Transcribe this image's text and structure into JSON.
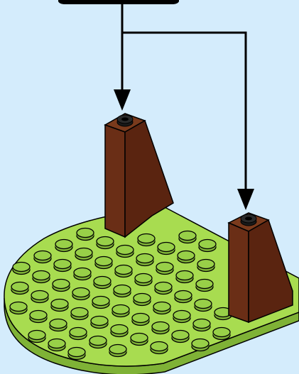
{
  "instruction": {
    "background_color": "#d4ecfc",
    "plate_color": "#a8dc50",
    "plate_dark_color": "#7fb236",
    "stud_top_color": "#98d048",
    "slope_color": "#6a2e16",
    "slope_dark_color": "#4a1e0c",
    "arrow_color": "#000000",
    "callout_color": "#000000",
    "parts": [
      "slope-brick",
      "slope-brick",
      "round-plate"
    ],
    "arrow_targets": 2
  }
}
